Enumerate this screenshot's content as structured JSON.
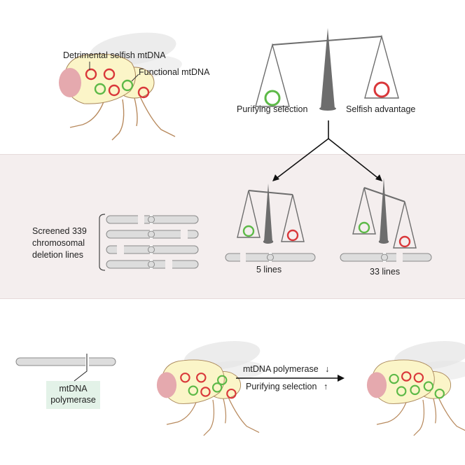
{
  "colors": {
    "band": "#f4eeee",
    "band_border": "#e6dada",
    "fly_body": "#fbf5c8",
    "fly_outline": "#a9865a",
    "fly_eye": "#e5a9ae",
    "wing": "#e6e6e6",
    "leg": "#b88a5e",
    "functional_mtdna": "#5cb947",
    "selfish_mtdna": "#d9373a",
    "scale": "#6d6d6d",
    "chromosome_fill": "#dddddd",
    "chromosome_stroke": "#8a8a8a",
    "label_box": "#e3f2e8"
  },
  "top": {
    "fly_labels": {
      "selfish": "Detrimental selfish mtDNA",
      "functional": "Functional mtDNA"
    },
    "scale_labels": {
      "left": "Purifying selection",
      "right": "Selfish advantage"
    }
  },
  "middle": {
    "screen_label": "Screened 339 chromosomal deletion lines",
    "left_result": "5 lines",
    "right_result": "33 lines"
  },
  "bottom": {
    "gene_label": "mtDNA polymerase",
    "arrow_line1": "mtDNA polymerase",
    "arrow_line1_symbol": "↓",
    "arrow_line2": "Purifying selection",
    "arrow_line2_symbol": "↑"
  }
}
